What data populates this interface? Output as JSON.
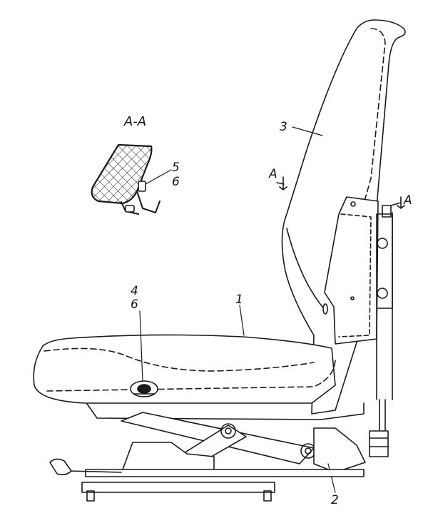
{
  "section": {
    "title": "A-A",
    "arrow_label": "A"
  },
  "callouts": {
    "seat_cushion": "1",
    "suspension": "2",
    "backrest": "3",
    "bolt_seat": "4",
    "washer_seat": "6",
    "bolt_section": "5",
    "washer_section": "6"
  },
  "colors": {
    "ink": "#1a1a1a",
    "paper": "#ffffff"
  }
}
